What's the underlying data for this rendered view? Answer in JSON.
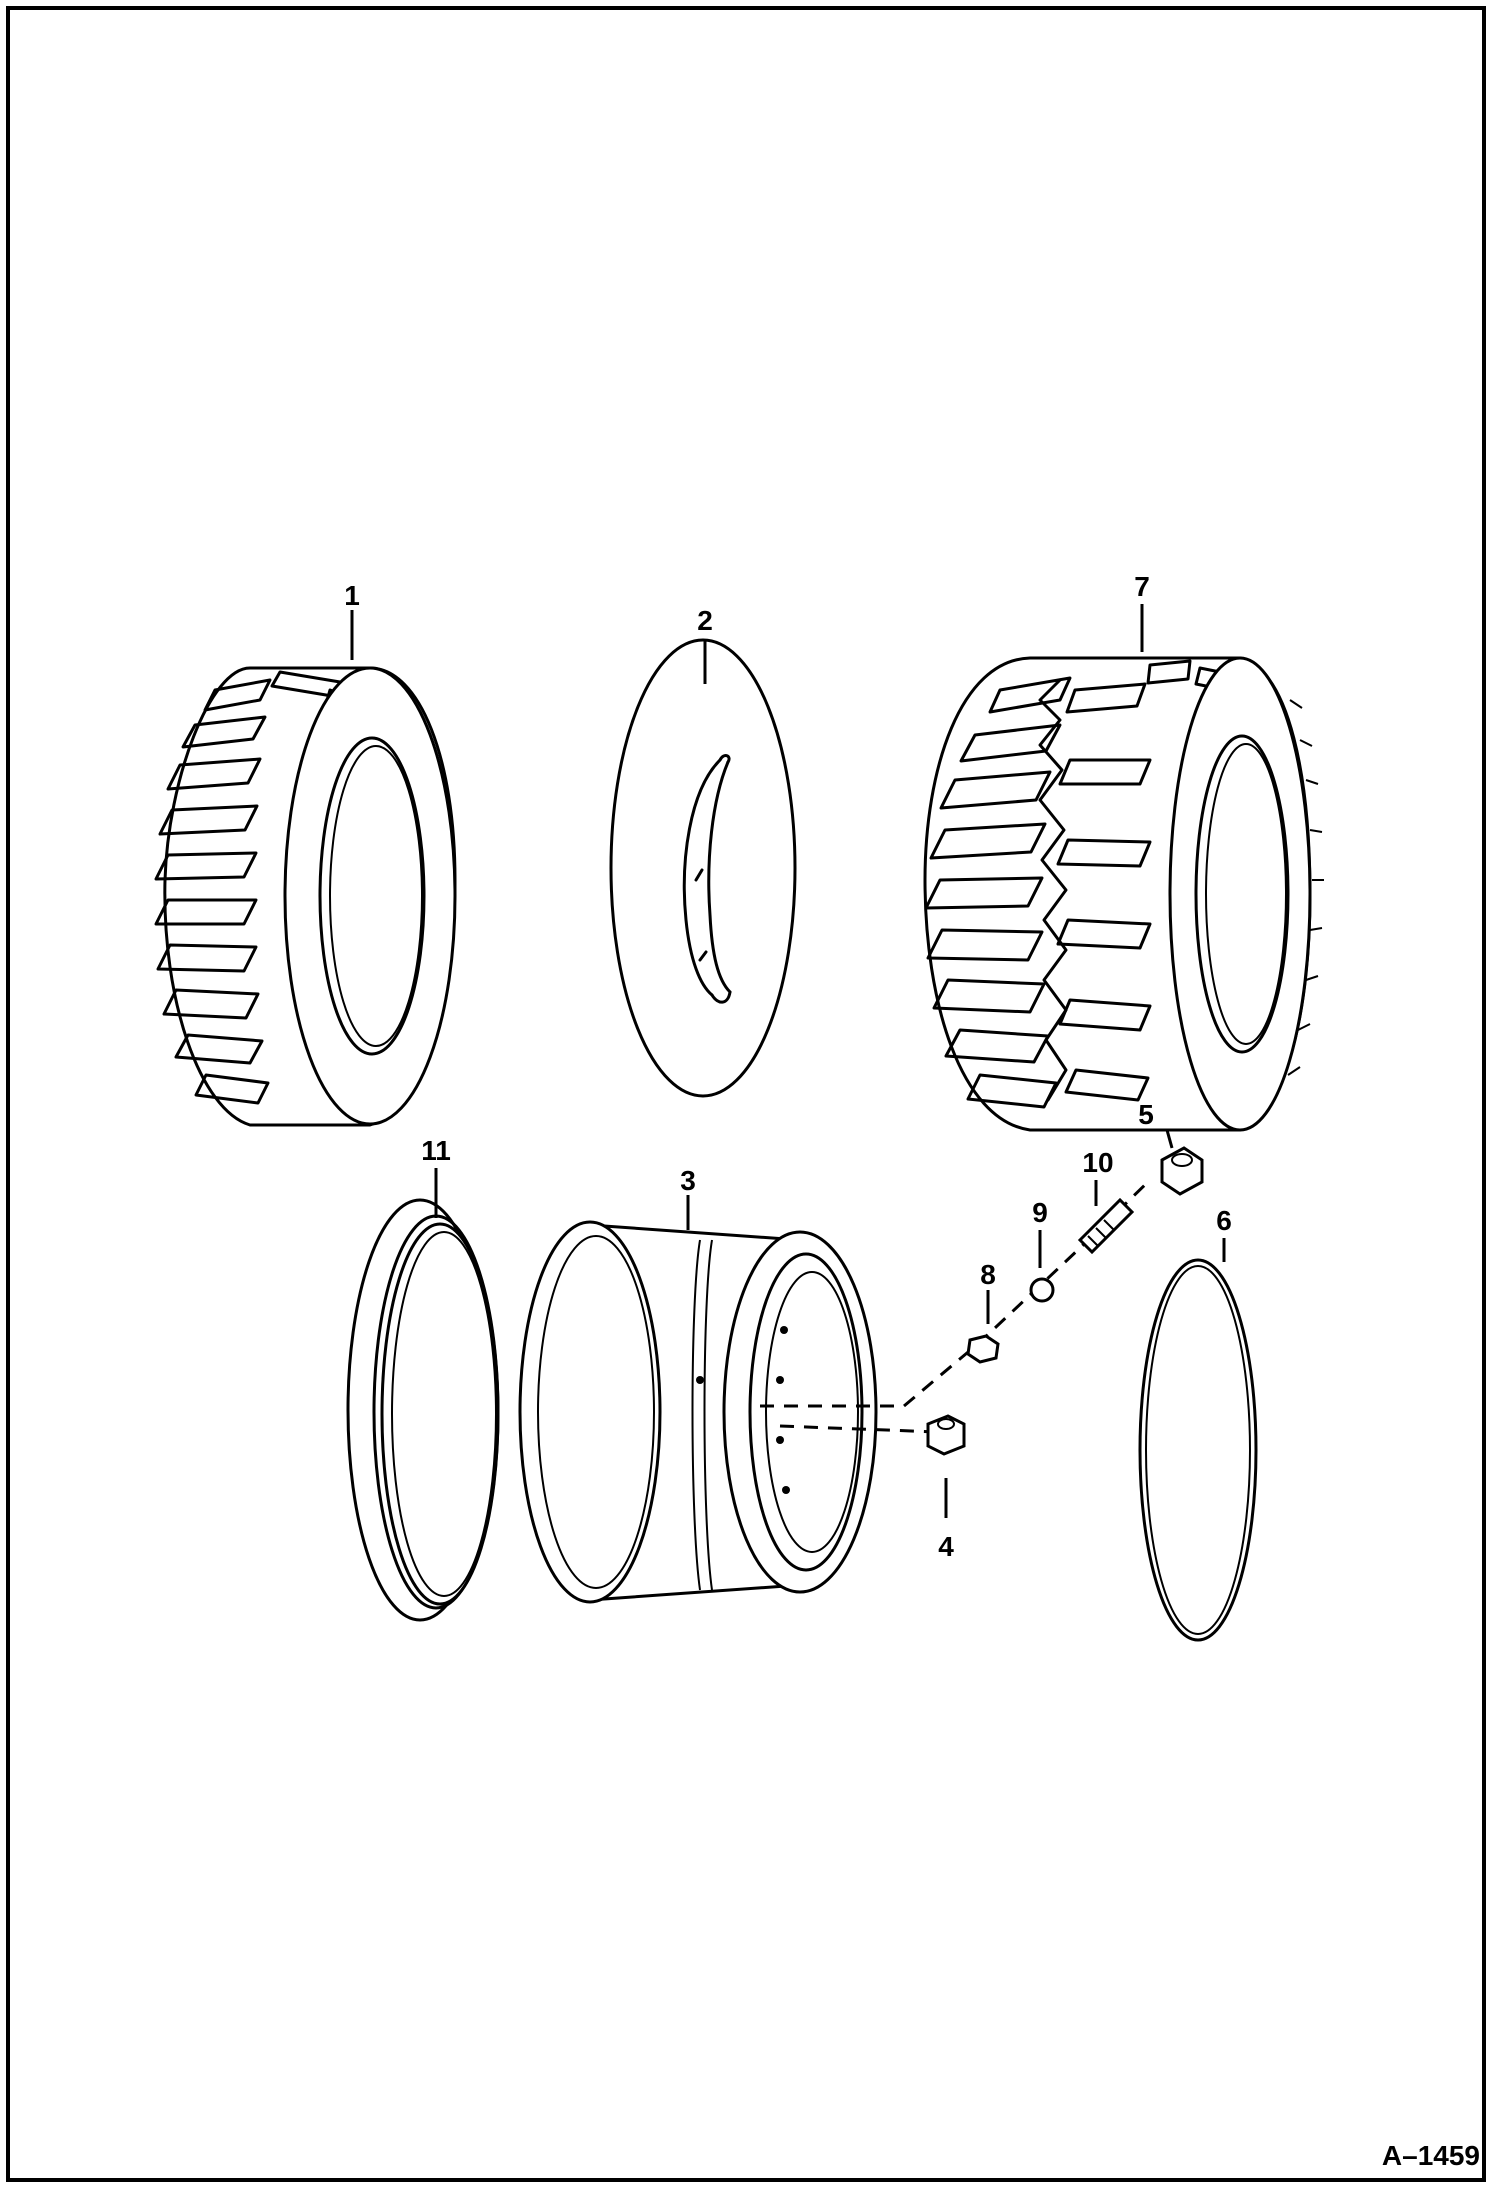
{
  "callouts": {
    "c1": "1",
    "c2": "2",
    "c3": "3",
    "c4": "4",
    "c5": "5",
    "c6": "6",
    "c7": "7",
    "c8": "8",
    "c9": "9",
    "c10": "10",
    "c11": "11"
  },
  "figure_code": "A–1459",
  "colors": {
    "line": "#000000",
    "background": "#ffffff"
  }
}
